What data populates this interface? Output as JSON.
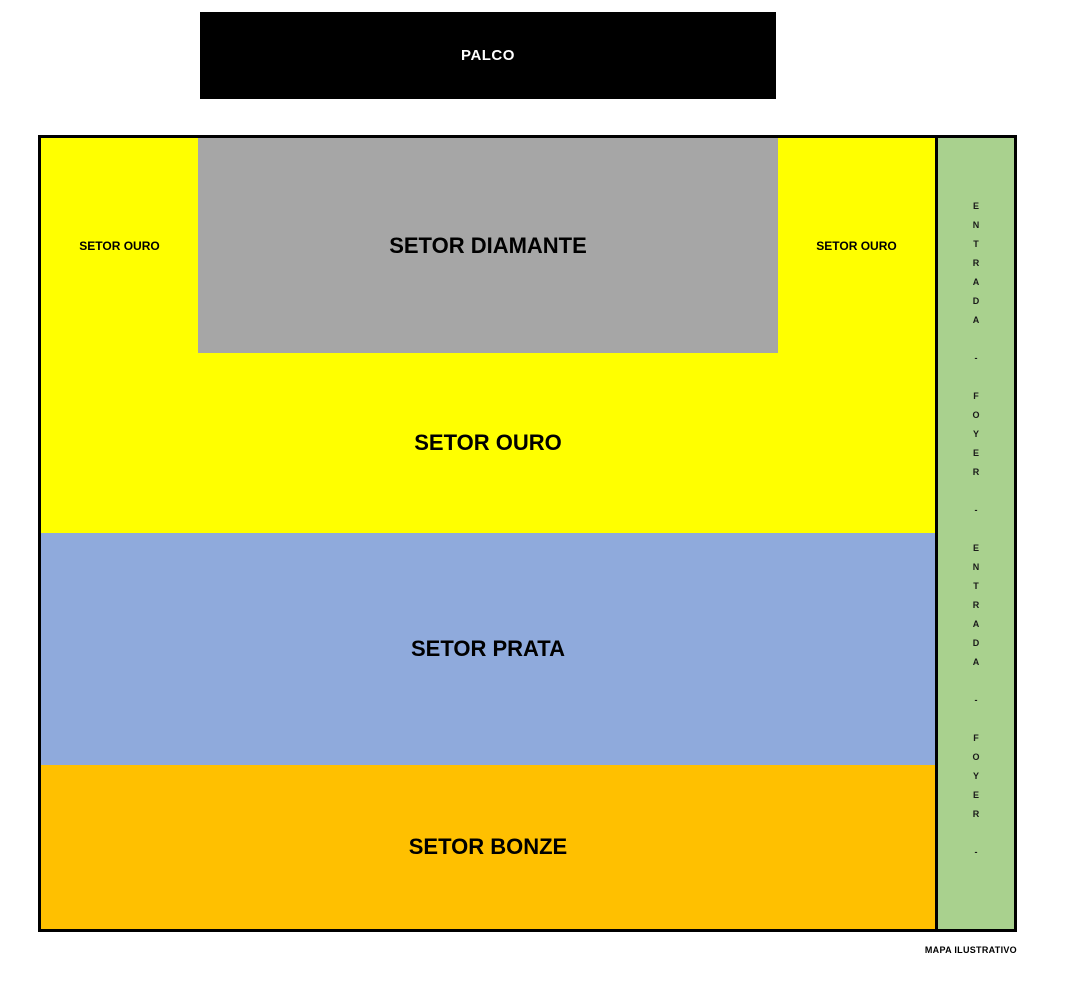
{
  "stage": {
    "label": "PALCO",
    "color": "#000000"
  },
  "sectors": {
    "diamante": {
      "label": "SETOR DIAMANTE",
      "color": "#a6a6a6"
    },
    "ouro_left": {
      "label": "SETOR OURO"
    },
    "ouro_right": {
      "label": "SETOR OURO"
    },
    "ouro_main": {
      "label": "SETOR OURO",
      "color": "#ffff00"
    },
    "prata": {
      "label": "SETOR PRATA",
      "color": "#8faadc"
    },
    "bonze": {
      "label": "SETOR BONZE",
      "color": "#ffc000"
    }
  },
  "entrance": {
    "label": "ENTRADA - FOYER - ENTRADA - FOYER -",
    "color": "#a9d18e"
  },
  "footer": {
    "label": "MAPA ILUSTRATIVO"
  }
}
